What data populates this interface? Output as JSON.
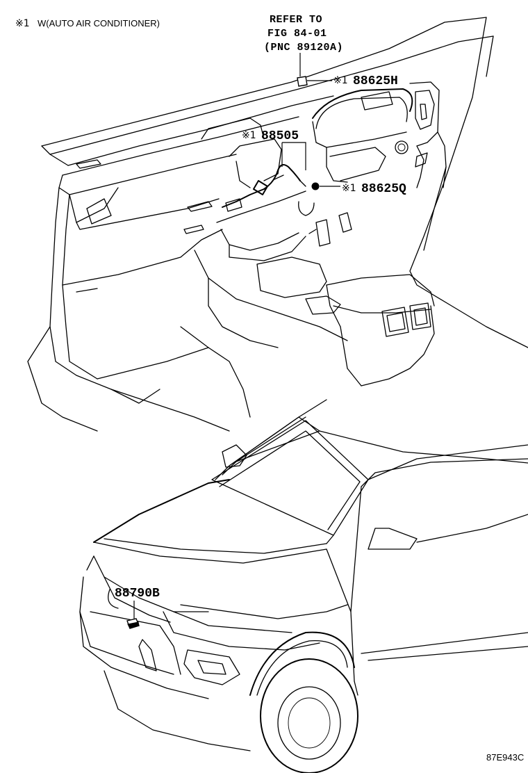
{
  "note": {
    "mark": "※1",
    "text": "W(AUTO AIR CONDITIONER)"
  },
  "refer": {
    "line1": "REFER TO",
    "line2": "FIG 84-01",
    "line3": "(PNC 89120A)"
  },
  "parts": {
    "p88625h": {
      "mark": "※1",
      "number": "88625H"
    },
    "p88505": {
      "mark": "※1",
      "number": "88505"
    },
    "p88625q": {
      "mark": "※1",
      "number": "88625Q"
    },
    "p88790b": {
      "number": "88790B"
    }
  },
  "figure_id": "87E943C"
}
